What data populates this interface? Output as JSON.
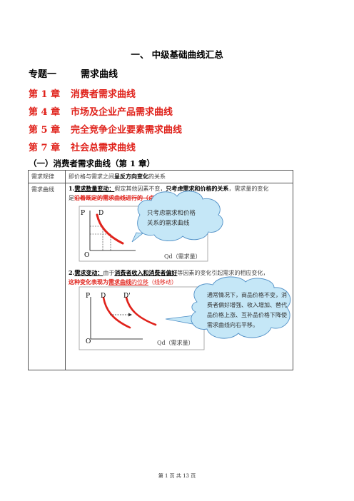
{
  "title": "一、 中级基础曲线汇总",
  "topic": {
    "label": "专题一",
    "name": "需求曲线"
  },
  "chapters": [
    {
      "num": "第 1 章",
      "name": "消费者需求曲线"
    },
    {
      "num": "第 4 章",
      "name": "市场及企业产品需求曲线"
    },
    {
      "num": "第 5 章",
      "name": "完全竞争企业要素需求曲线"
    },
    {
      "num": "第 7 章",
      "name": "社会总需求曲线"
    }
  ],
  "section": "（一）消费者需求曲线（第 1 章）",
  "table": {
    "row1": {
      "label": "需求规律",
      "content_a": "即价格与需求之间",
      "content_b": "呈反方向变化",
      "content_c": "的关系"
    },
    "row2": {
      "label": "需求曲线",
      "item1": {
        "num": "1.",
        "head": "需求数量变动：",
        "t1": "假定其他因素不变，",
        "t2": "只考虑需求和价格的关系",
        "t3": "，需求量的变化",
        "t4": "是",
        "t5": "沿着既定的需求曲线进行的（点移动）"
      },
      "item2": {
        "num": "2.",
        "head": "需求变动：",
        "t1": "由于",
        "t2": "消费者收入和消费者偏好",
        "t3": "等因素的变化引起需求的相应变化，",
        "t4": "这种变化表现为",
        "t5": "需求曲线",
        "t6": "的位移",
        "t7": "（线移动）"
      }
    }
  },
  "graph1": {
    "p_label": "P",
    "d_label": "D",
    "o_label": "O",
    "q_label": "Qd（需求量）",
    "callout": [
      "只考虑需求和价格",
      "关系的需求曲线"
    ]
  },
  "graph2": {
    "p_label": "P",
    "d_label": "D",
    "d2_label": "D'",
    "o_label": "O",
    "q_label": "Qd（需求量）",
    "callout": [
      "通常情况下，商品价格不变，消",
      "费者偏好增强、收入增加、替代",
      "品价格上涨、互补品价格下降使",
      "需求曲线向右平移。"
    ]
  },
  "colors": {
    "accent": "#e0221b",
    "cloud_fill": "#c5e7f7",
    "cloud_stroke": "#4f8fc6"
  },
  "footer": "第 1 页 共 13 页"
}
